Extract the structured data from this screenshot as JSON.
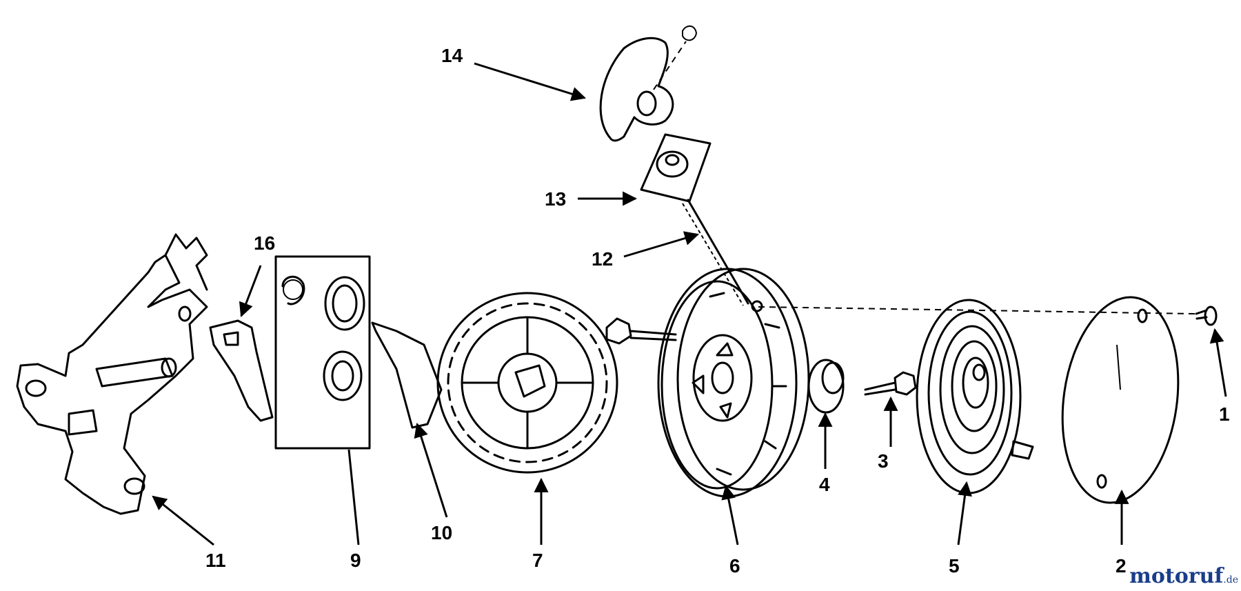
{
  "diagram": {
    "callouts": {
      "p1": "1",
      "p2": "2",
      "p3": "3",
      "p4": "4",
      "p5": "5",
      "p6": "6",
      "p7": "7",
      "p9": "9",
      "p10": "10",
      "p11": "11",
      "p12": "12",
      "p13": "13",
      "p14": "14",
      "p16": "16"
    }
  },
  "watermark": {
    "brand": "motoruf",
    "tld": ".de"
  }
}
